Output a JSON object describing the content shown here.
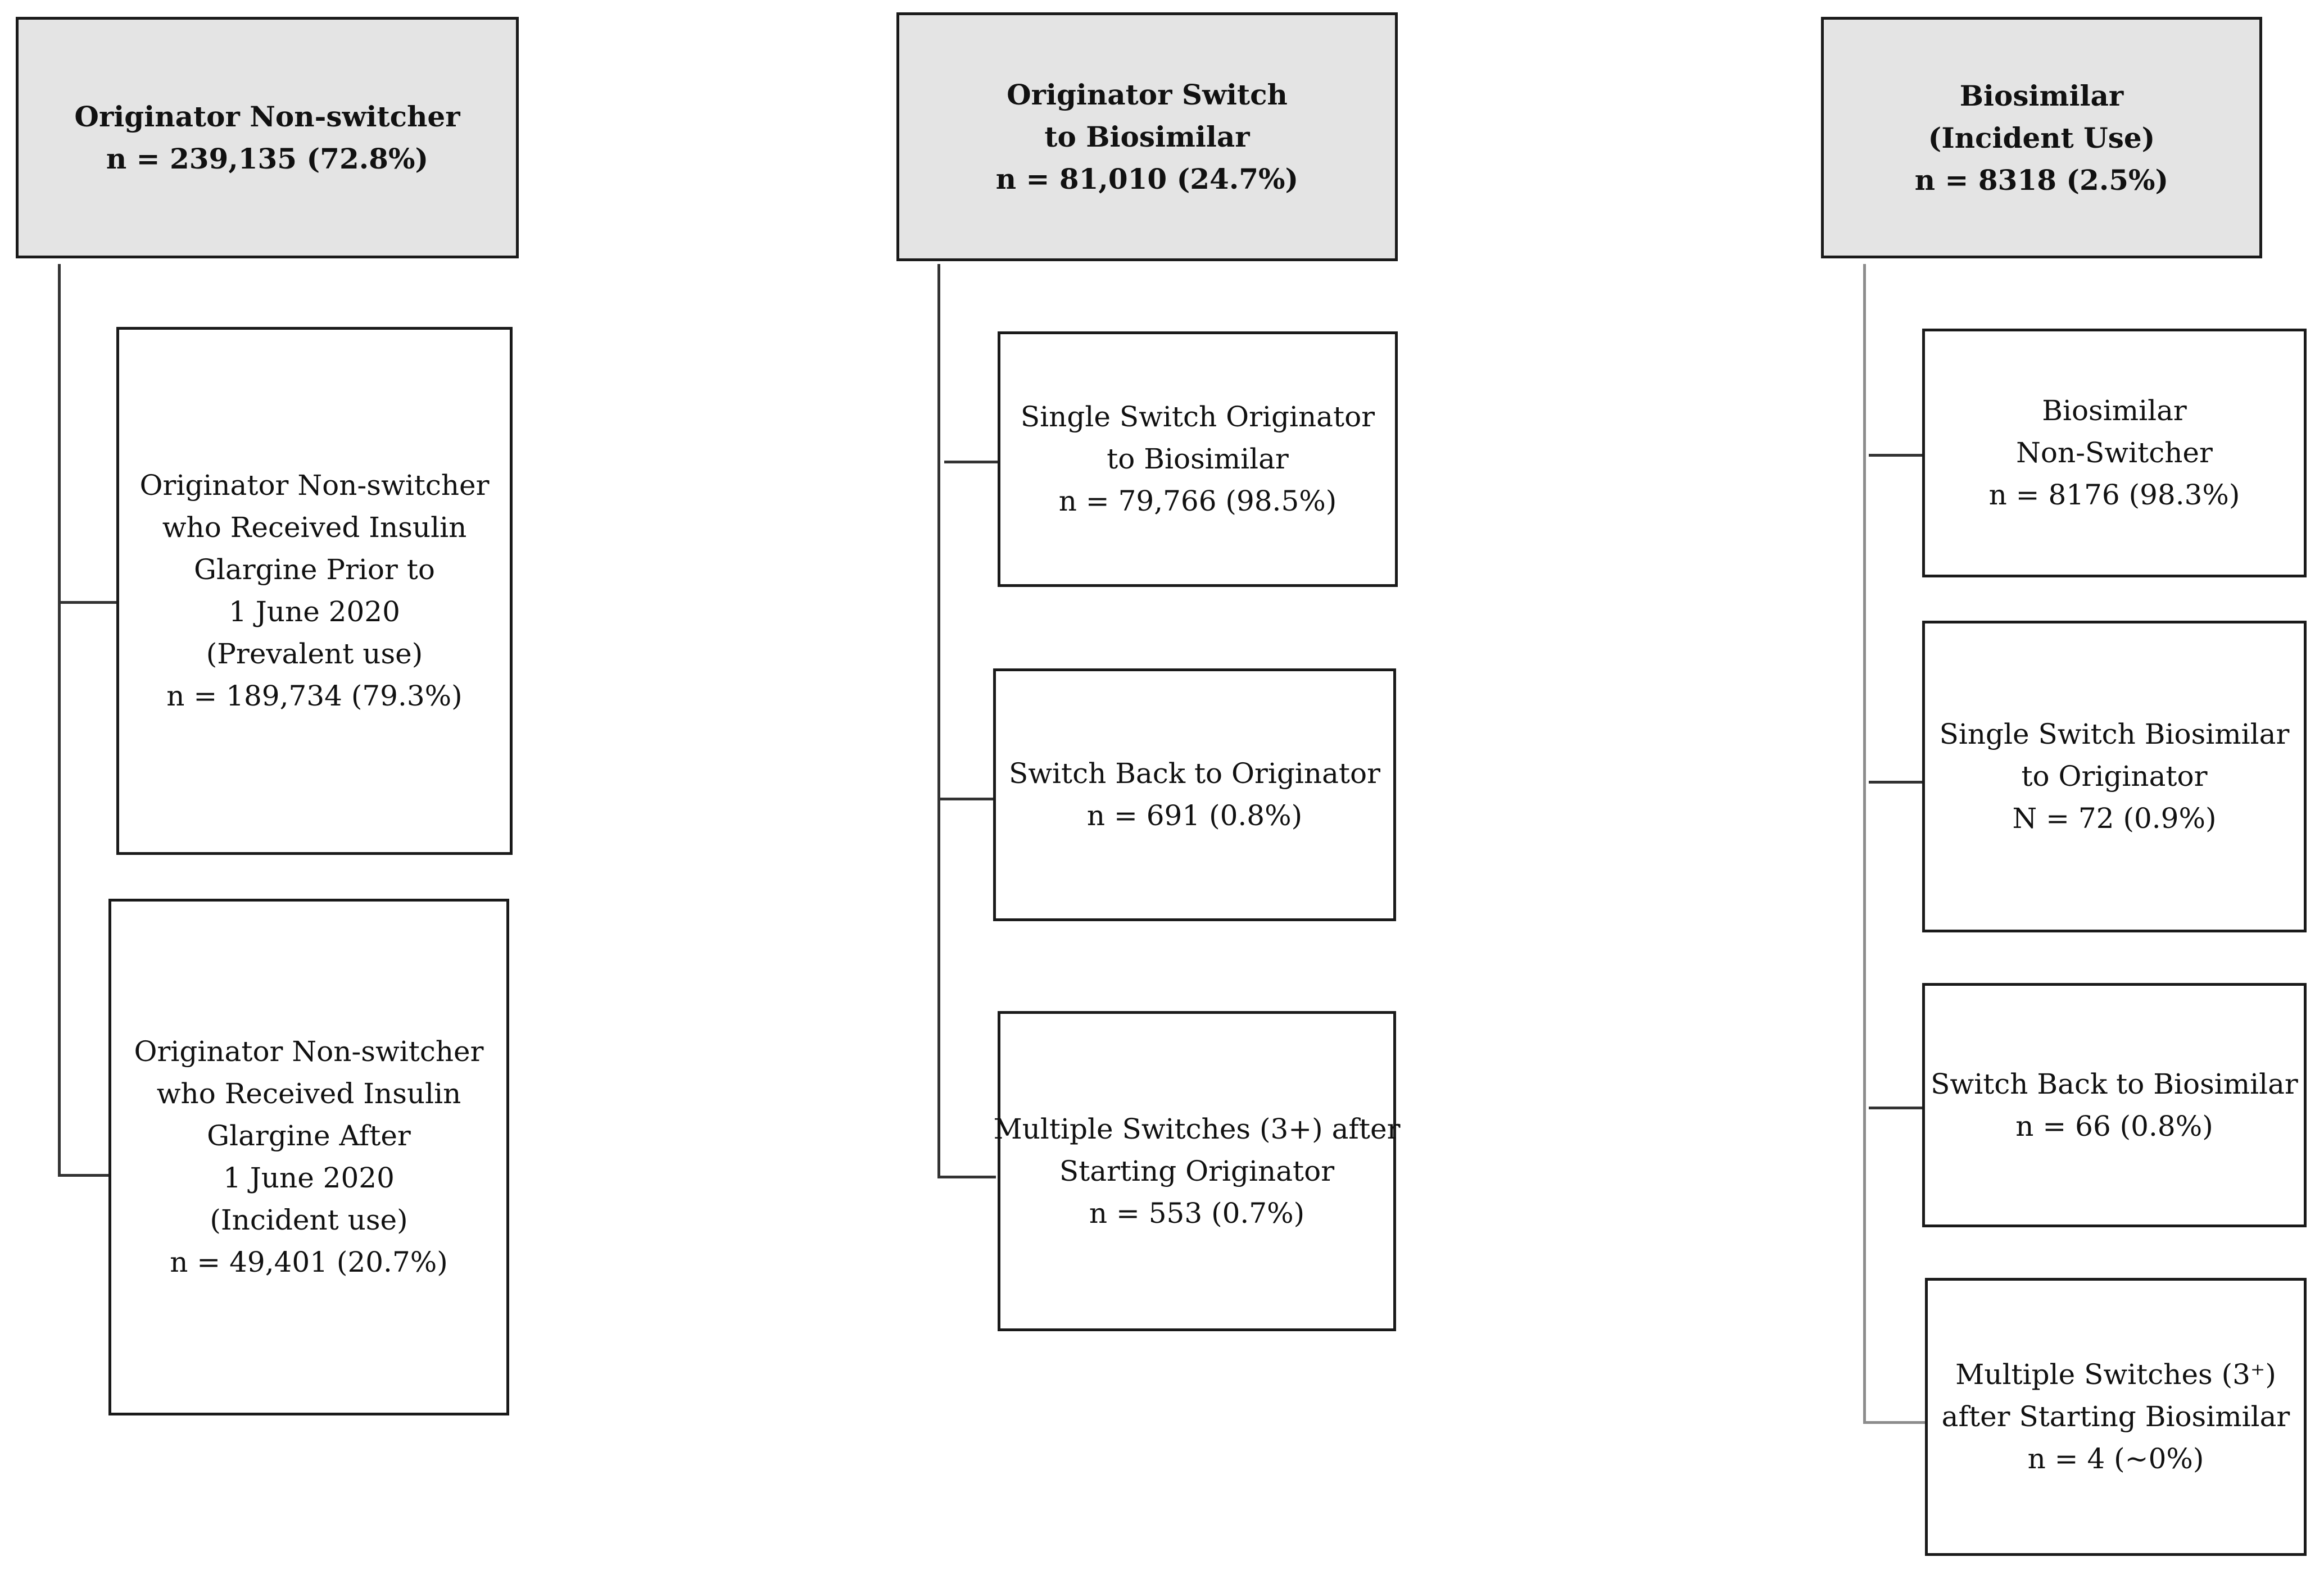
{
  "columns": [
    {
      "id": "originator-non-switcher",
      "header": [
        "Originator Non-switcher",
        "n = 239,135 (72.8%)"
      ],
      "children": [
        [
          "Originator Non-switcher",
          "who Received Insulin",
          "Glargine Prior to",
          "1 June 2020",
          "(Prevalent use)",
          "n = 189,734 (79.3%)"
        ],
        [
          "Originator Non-switcher",
          "who Received Insulin",
          "Glargine After",
          "1 June 2020",
          "(Incident use)",
          "n = 49,401 (20.7%)"
        ]
      ]
    },
    {
      "id": "originator-switch",
      "header": [
        "Originator Switch",
        "to Biosimilar",
        "n = 81,010 (24.7%)"
      ],
      "children": [
        [
          "Single Switch Originator",
          "to Biosimilar",
          "n = 79,766 (98.5%)"
        ],
        [
          "Switch Back to Originator",
          "n = 691 (0.8%)"
        ],
        [
          "Multiple Switches (3+) after",
          "Starting Originator",
          "n = 553 (0.7%)"
        ]
      ]
    },
    {
      "id": "biosimilar-incident",
      "header": [
        "Biosimilar",
        "(Incident Use)",
        "n = 8318 (2.5%)"
      ],
      "children": [
        [
          "Biosimilar",
          "Non-Switcher",
          "n = 8176 (98.3%)"
        ],
        [
          "Single Switch Biosimilar",
          "to Originator",
          "N = 72 (0.9%)"
        ],
        [
          "Switch Back to Biosimilar",
          "n = 66 (0.8%)"
        ],
        [
          "Multiple Switches (3⁺)",
          "after Starting Biosimilar",
          "n = 4 (~0%)"
        ]
      ]
    }
  ]
}
